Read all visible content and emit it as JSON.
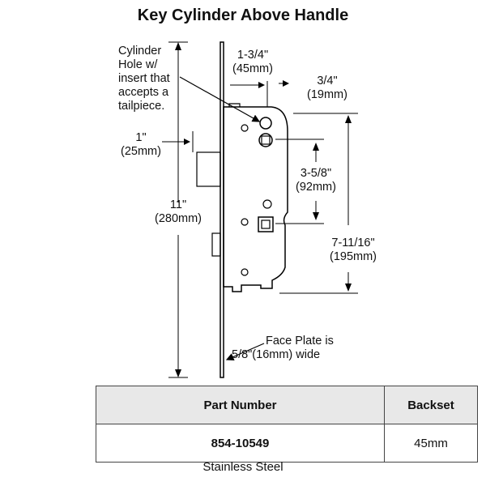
{
  "title": "Key Cylinder Above Handle",
  "labels": {
    "cylinder_hole": [
      "Cylinder",
      "Hole w/",
      "insert that",
      "accepts a",
      "tailpiece."
    ],
    "dim_1_3_4": "1-3/4\"",
    "dim_45mm": "(45mm)",
    "dim_3_4": "3/4\"",
    "dim_19mm": "(19mm)",
    "dim_1": "1\"",
    "dim_25mm": "(25mm)",
    "dim_3_5_8": "3-5/8\"",
    "dim_92mm": "(92mm)",
    "dim_11": "11\"",
    "dim_280mm": "(280mm)",
    "dim_7_11_16": "7-11/16\"",
    "dim_195mm": "(195mm)",
    "face_plate_1": "Face Plate is",
    "face_plate_2": "5/8\"(16mm) wide"
  },
  "table": {
    "headers": [
      "Part Number",
      "Backset"
    ],
    "rows": [
      [
        "854-10549",
        "45mm"
      ]
    ]
  },
  "material": "Stainless Steel"
}
